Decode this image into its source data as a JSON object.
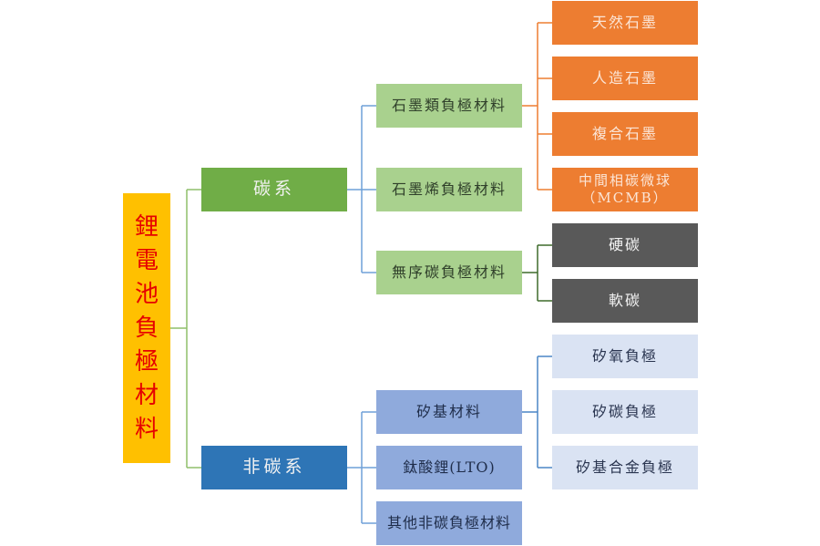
{
  "diagram": {
    "root": {
      "label": "鋰電池負極材料",
      "chars": [
        "鋰",
        "電",
        "池",
        "負",
        "極",
        "材",
        "料"
      ]
    },
    "carbon": {
      "label": "碳系",
      "children": [
        {
          "label": "石墨類負極材料",
          "children": [
            "天然石墨",
            "人造石墨",
            "複合石墨",
            "中間相碳微球\n（MCMB）"
          ]
        },
        {
          "label": "石墨烯負極材料",
          "children": []
        },
        {
          "label": "無序碳負極材料",
          "children": [
            "硬碳",
            "軟碳"
          ]
        }
      ]
    },
    "noncarbon": {
      "label": "非碳系",
      "children": [
        {
          "label": "矽基材料",
          "children": [
            "矽氧負極",
            "矽碳負極",
            "矽基合金負極"
          ]
        },
        {
          "label": "鈦酸鋰(LTO)",
          "children": []
        },
        {
          "label": "其他非碳負極材料",
          "children": []
        }
      ]
    },
    "colors": {
      "root_bg": "#ffc000",
      "root_text": "#e60000",
      "carbon": "#70ad47",
      "carbon_child": "#a9d18e",
      "noncarbon": "#2e75b6",
      "noncarbon_child": "#8faadc",
      "graphite_leaf": "#ed7d31",
      "amorphous_leaf": "#595959",
      "silicon_leaf": "#dae3f3"
    }
  }
}
